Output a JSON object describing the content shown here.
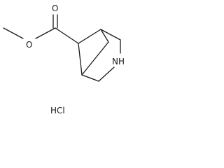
{
  "molecule": {
    "atoms": {
      "carbonyl_oxygen": "O",
      "ester_oxygen": "O",
      "ring_nitrogen": "NH"
    },
    "salt": "HCl"
  },
  "colors": {
    "ink": "#1a1a1a",
    "background": "#ffffff"
  }
}
